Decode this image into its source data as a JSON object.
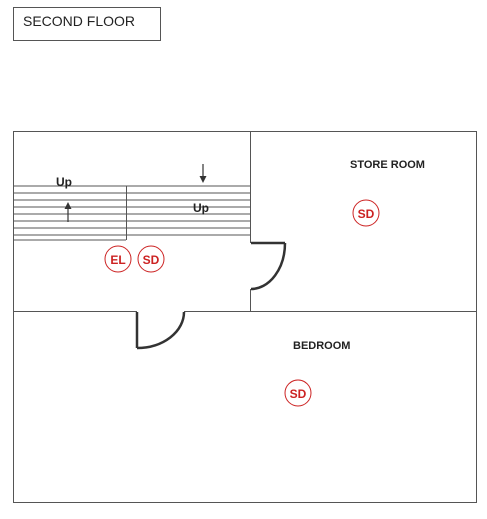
{
  "title": "SECOND FLOOR",
  "rooms": {
    "store_room": "STORE ROOM",
    "bedroom": "BEDROOM"
  },
  "stairs": {
    "up_left": "Up",
    "up_right": "Up"
  },
  "markers": {
    "el_hall": "EL",
    "sd_hall": "SD",
    "sd_store": "SD",
    "sd_bedroom": "SD"
  },
  "colors": {
    "walls": "#555555",
    "marker": "#cc2222"
  }
}
